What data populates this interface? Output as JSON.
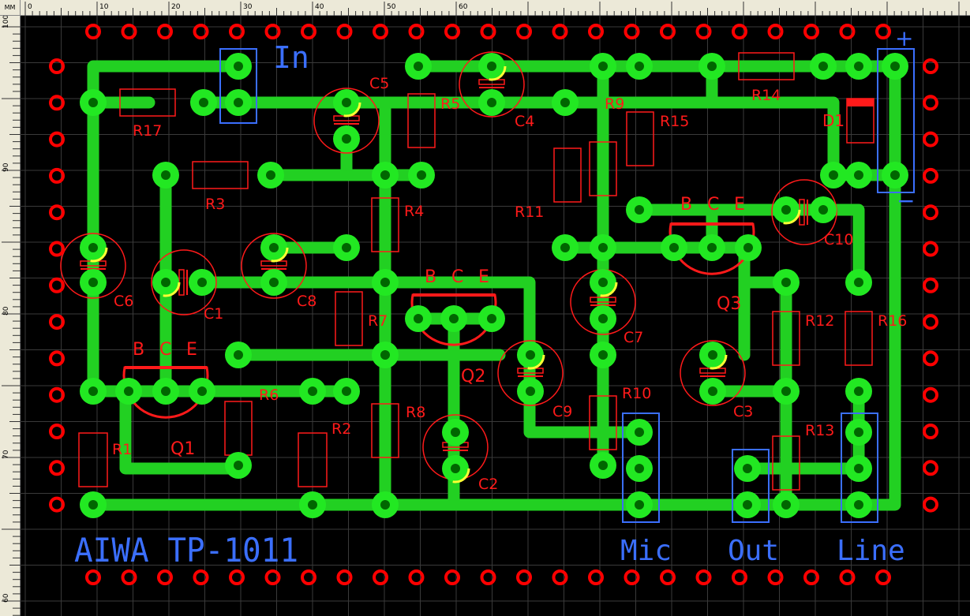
{
  "app": {
    "ruler_unit": "MM",
    "top_ruler_labels": [
      "0",
      "10",
      "20",
      "30",
      "40",
      "50",
      "60"
    ],
    "left_ruler_labels": [
      "100",
      "90",
      "80",
      "70",
      "60"
    ]
  },
  "board": {
    "colors": {
      "background": "#000000",
      "grid": "#3a3a3a",
      "track": "#22d022",
      "pad": "#22e822",
      "pad_hole": "#006600",
      "outline": "#ff1a1a",
      "silk": "#3b6fff",
      "highlight": "#ffff33"
    },
    "title_text": "AIWA TP-1011",
    "connector_labels": {
      "in": "In",
      "mic": "Mic",
      "out": "Out",
      "line": "Line"
    },
    "polarity": {
      "plus": "+",
      "minus": "−"
    },
    "transistor_pin_labels": [
      "B",
      "C",
      "E"
    ],
    "components": {
      "resistors": [
        "R1",
        "R2",
        "R3",
        "R4",
        "R5",
        "R6",
        "R7",
        "R8",
        "R9",
        "R10",
        "R11",
        "R12",
        "R13",
        "R14",
        "R15",
        "R16",
        "R17"
      ],
      "capacitors": [
        "C1",
        "C2",
        "C3",
        "C4",
        "C5",
        "C6",
        "C7",
        "C8",
        "C9",
        "C10"
      ],
      "transistors": [
        "Q1",
        "Q2",
        "Q3"
      ],
      "diodes": [
        "D1"
      ]
    }
  }
}
